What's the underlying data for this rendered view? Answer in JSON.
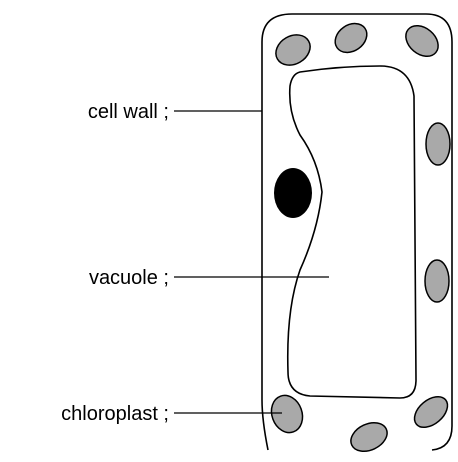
{
  "diagram": {
    "labels": {
      "cell_wall": "cell wall ;",
      "vacuole": "vacuole ;",
      "chloroplast": "chloroplast ;"
    },
    "colors": {
      "chloroplast_fill": "#a9a9a9",
      "nucleus_fill": "#000000",
      "line": "#000000",
      "background": "#ffffff"
    }
  }
}
